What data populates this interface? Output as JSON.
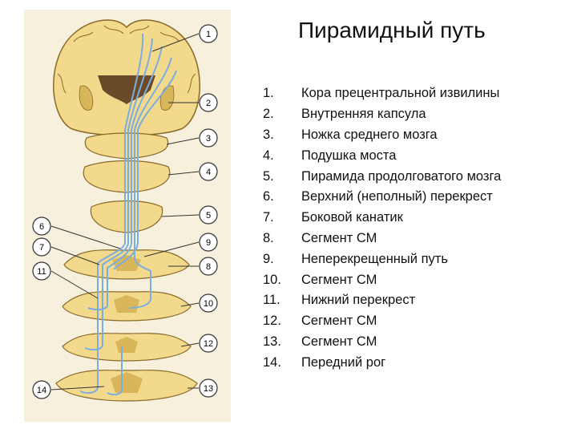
{
  "title": "Пирамидный путь",
  "colors": {
    "background": "#ffffff",
    "panel": "#f6f0dc",
    "tissue": "#f2d98c",
    "tissue_dark": "#d9b65a",
    "tissue_outline": "#8a6a2a",
    "tract": "#7aaee0",
    "ventricle": "#6b4a2a",
    "callout_line": "#333333"
  },
  "legend": [
    {
      "num": "1.",
      "text": "Кора прецентральной извилины"
    },
    {
      "num": "2.",
      "text": "Внутренняя капсула"
    },
    {
      "num": "3.",
      "text": "Ножка среднего мозга"
    },
    {
      "num": "4.",
      "text": "Подушка моста"
    },
    {
      "num": "5.",
      "text": "Пирамида продолговатого мозга"
    },
    {
      "num": "6.",
      "text": "Верхний (неполный) перекрест"
    },
    {
      "num": "7.",
      "text": "Боковой канатик"
    },
    {
      "num": "8.",
      "text": "Сегмент СМ"
    },
    {
      "num": "9.",
      "text": "Неперекрещенный путь"
    },
    {
      "num": "10.",
      "text": "Сегмент СМ"
    },
    {
      "num": "11.",
      "text": "Нижний перекрест"
    },
    {
      "num": "12.",
      "text": "Сегмент СМ"
    },
    {
      "num": "13.",
      "text": "Сегмент СМ"
    },
    {
      "num": "14.",
      "text": "Передний рог"
    }
  ],
  "callouts": [
    "1",
    "2",
    "3",
    "4",
    "5",
    "6",
    "7",
    "8",
    "9",
    "10",
    "11",
    "12",
    "13",
    "14"
  ]
}
